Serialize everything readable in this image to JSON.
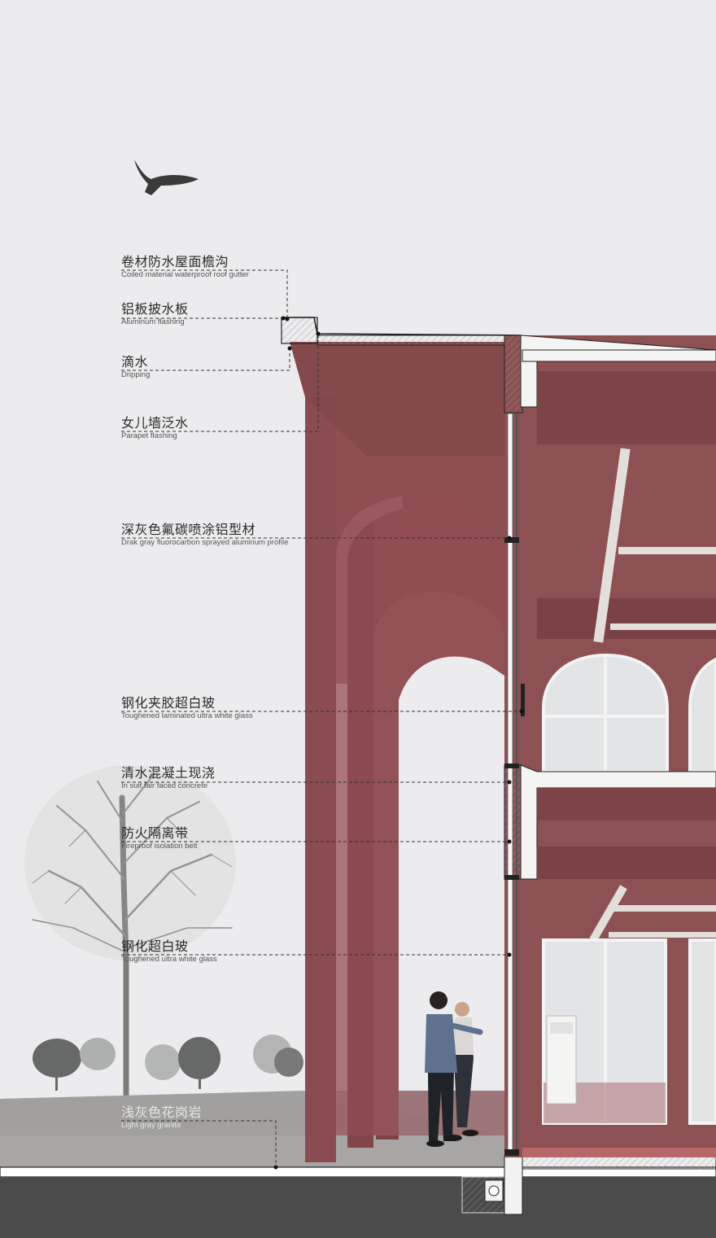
{
  "colors": {
    "background": "#ececee",
    "terracotta": "#8f5052",
    "terracotta_dark": "#6f3b3e",
    "slab": "#f4f4f2",
    "ground": "#4a4a4a",
    "leader": "#333333"
  },
  "annotations": [
    {
      "id": "gutter",
      "zh": "卷材防水屋面檐沟",
      "en": "Coiled material waterproof roof gutter"
    },
    {
      "id": "flashing",
      "zh": "铝板披水板",
      "en": "Aluminum flashing"
    },
    {
      "id": "dripping",
      "zh": "滴水",
      "en": "Dripping"
    },
    {
      "id": "parapet",
      "zh": "女儿墙泛水",
      "en": "Parapet flashing"
    },
    {
      "id": "profile",
      "zh": "深灰色氟碳喷涂铝型材",
      "en": "Drak gray fluorocarbon sprayed aluminum profile"
    },
    {
      "id": "laminated",
      "zh": "钢化夹胶超白玻",
      "en": "Toughened laminated ultra white glass"
    },
    {
      "id": "concrete",
      "zh": "清水混凝土现浇",
      "en": "In suit fair faced concrete"
    },
    {
      "id": "firebelt",
      "zh": "防火隔离带",
      "en": "Fireproof isolation belt"
    },
    {
      "id": "glass",
      "zh": "钢化超白玻",
      "en": "Toughened ultra white glass"
    },
    {
      "id": "granite",
      "zh": "浅灰色花岗岩",
      "en": "Light gray granite"
    }
  ]
}
